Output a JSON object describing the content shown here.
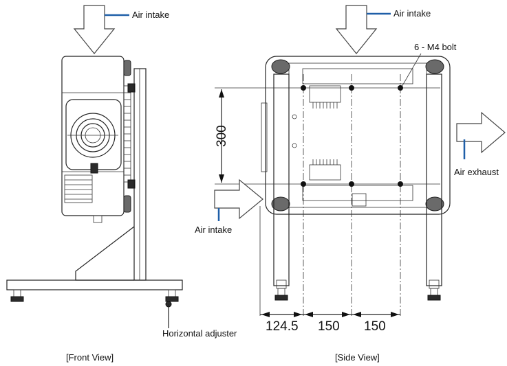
{
  "labels": {
    "air_intake_front_top": "Air intake",
    "air_intake_side_top": "Air intake",
    "air_intake_side_left": "Air intake",
    "air_exhaust": "Air exhaust",
    "bolt": "6 - M4 bolt",
    "horizontal_adjuster": "Horizontal adjuster",
    "front_view_caption": "[Front View]",
    "side_view_caption": "[Side View]"
  },
  "dimensions": {
    "vertical_spacing": "300",
    "offset_left": "124.5",
    "spacing_1": "150",
    "spacing_2": "150"
  },
  "colors": {
    "leader_line": "#1f5fa8"
  }
}
